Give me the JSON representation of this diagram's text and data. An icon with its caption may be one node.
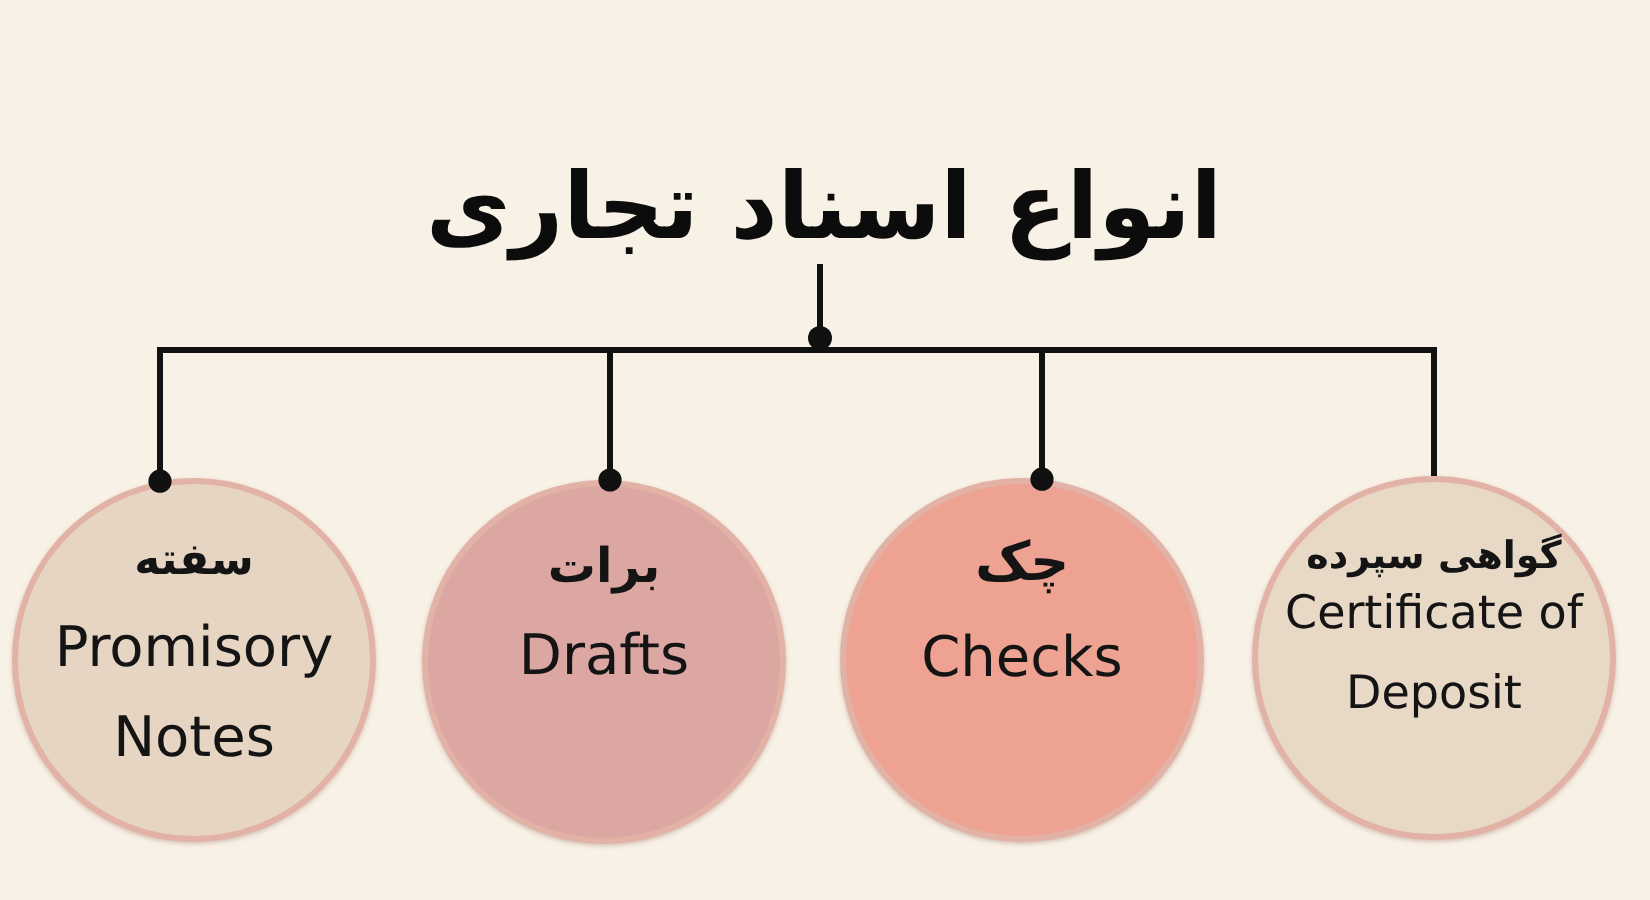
{
  "diagram": {
    "nodes": [
      {
        "text": [
          "انواع اسناد تجاری"
        ]
      },
      {
        "text": [
          "سفته",
          "Promisory Notes"
        ]
      },
      {
        "text": [
          "برات",
          "Drafts"
        ]
      },
      {
        "text": [
          "چک",
          "Checks"
        ]
      },
      {
        "text": [
          "گواهی سپرده",
          "Certificate of Deposit"
        ]
      }
    ],
    "edges": [
      {
        "from": 0,
        "to": 1,
        "arrow": "other"
      },
      {
        "from": 0,
        "to": 2,
        "arrow": "other"
      },
      {
        "from": 0,
        "to": 3,
        "arrow": "other"
      },
      {
        "from": 0,
        "to": 4,
        "arrow": "none"
      }
    ]
  }
}
